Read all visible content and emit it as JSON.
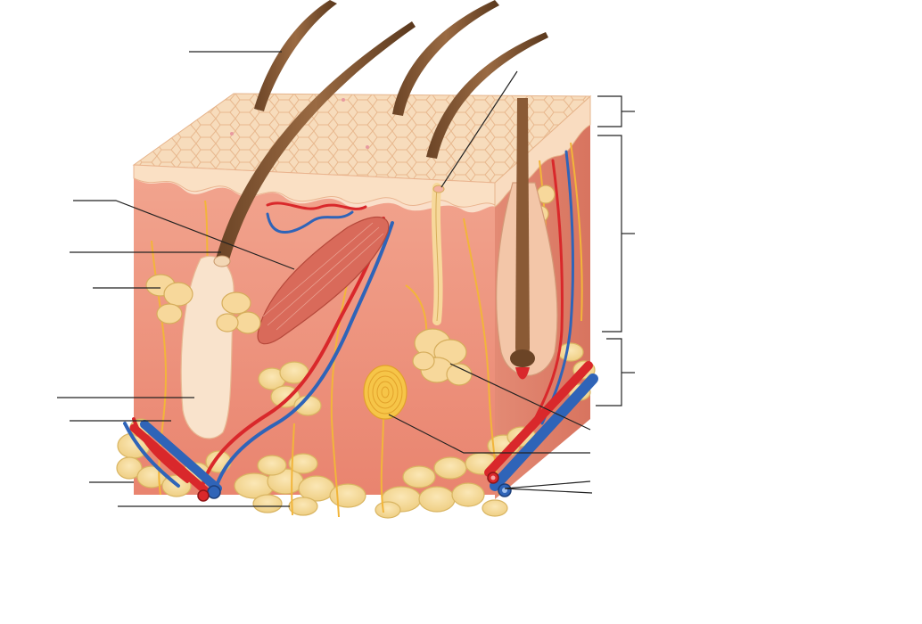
{
  "figure": {
    "type": "skin-cross-section",
    "labels": [],
    "colors": {
      "epidermis_surface": "#f6d9b6",
      "epidermis_cells": "#e9b98f",
      "dermis": "#ef9b86",
      "dermis_dark": "#e07f6c",
      "hypodermis_fat": "#f5d998",
      "fat_outline": "#d9b562",
      "hair": "#8a5a35",
      "hair_dark": "#5e3a1f",
      "artery": "#d9282b",
      "vein": "#2f64b8",
      "nerve": "#f2b53a",
      "muscle": "#d96a5a",
      "leader_line": "#222222"
    },
    "icons": [
      "hair-shaft",
      "arrector-pili-muscle",
      "sebaceous-gland",
      "sweat-gland",
      "pacinian-corpuscle",
      "blood-vessels",
      "hair-follicle",
      "adipose-tissue"
    ]
  }
}
